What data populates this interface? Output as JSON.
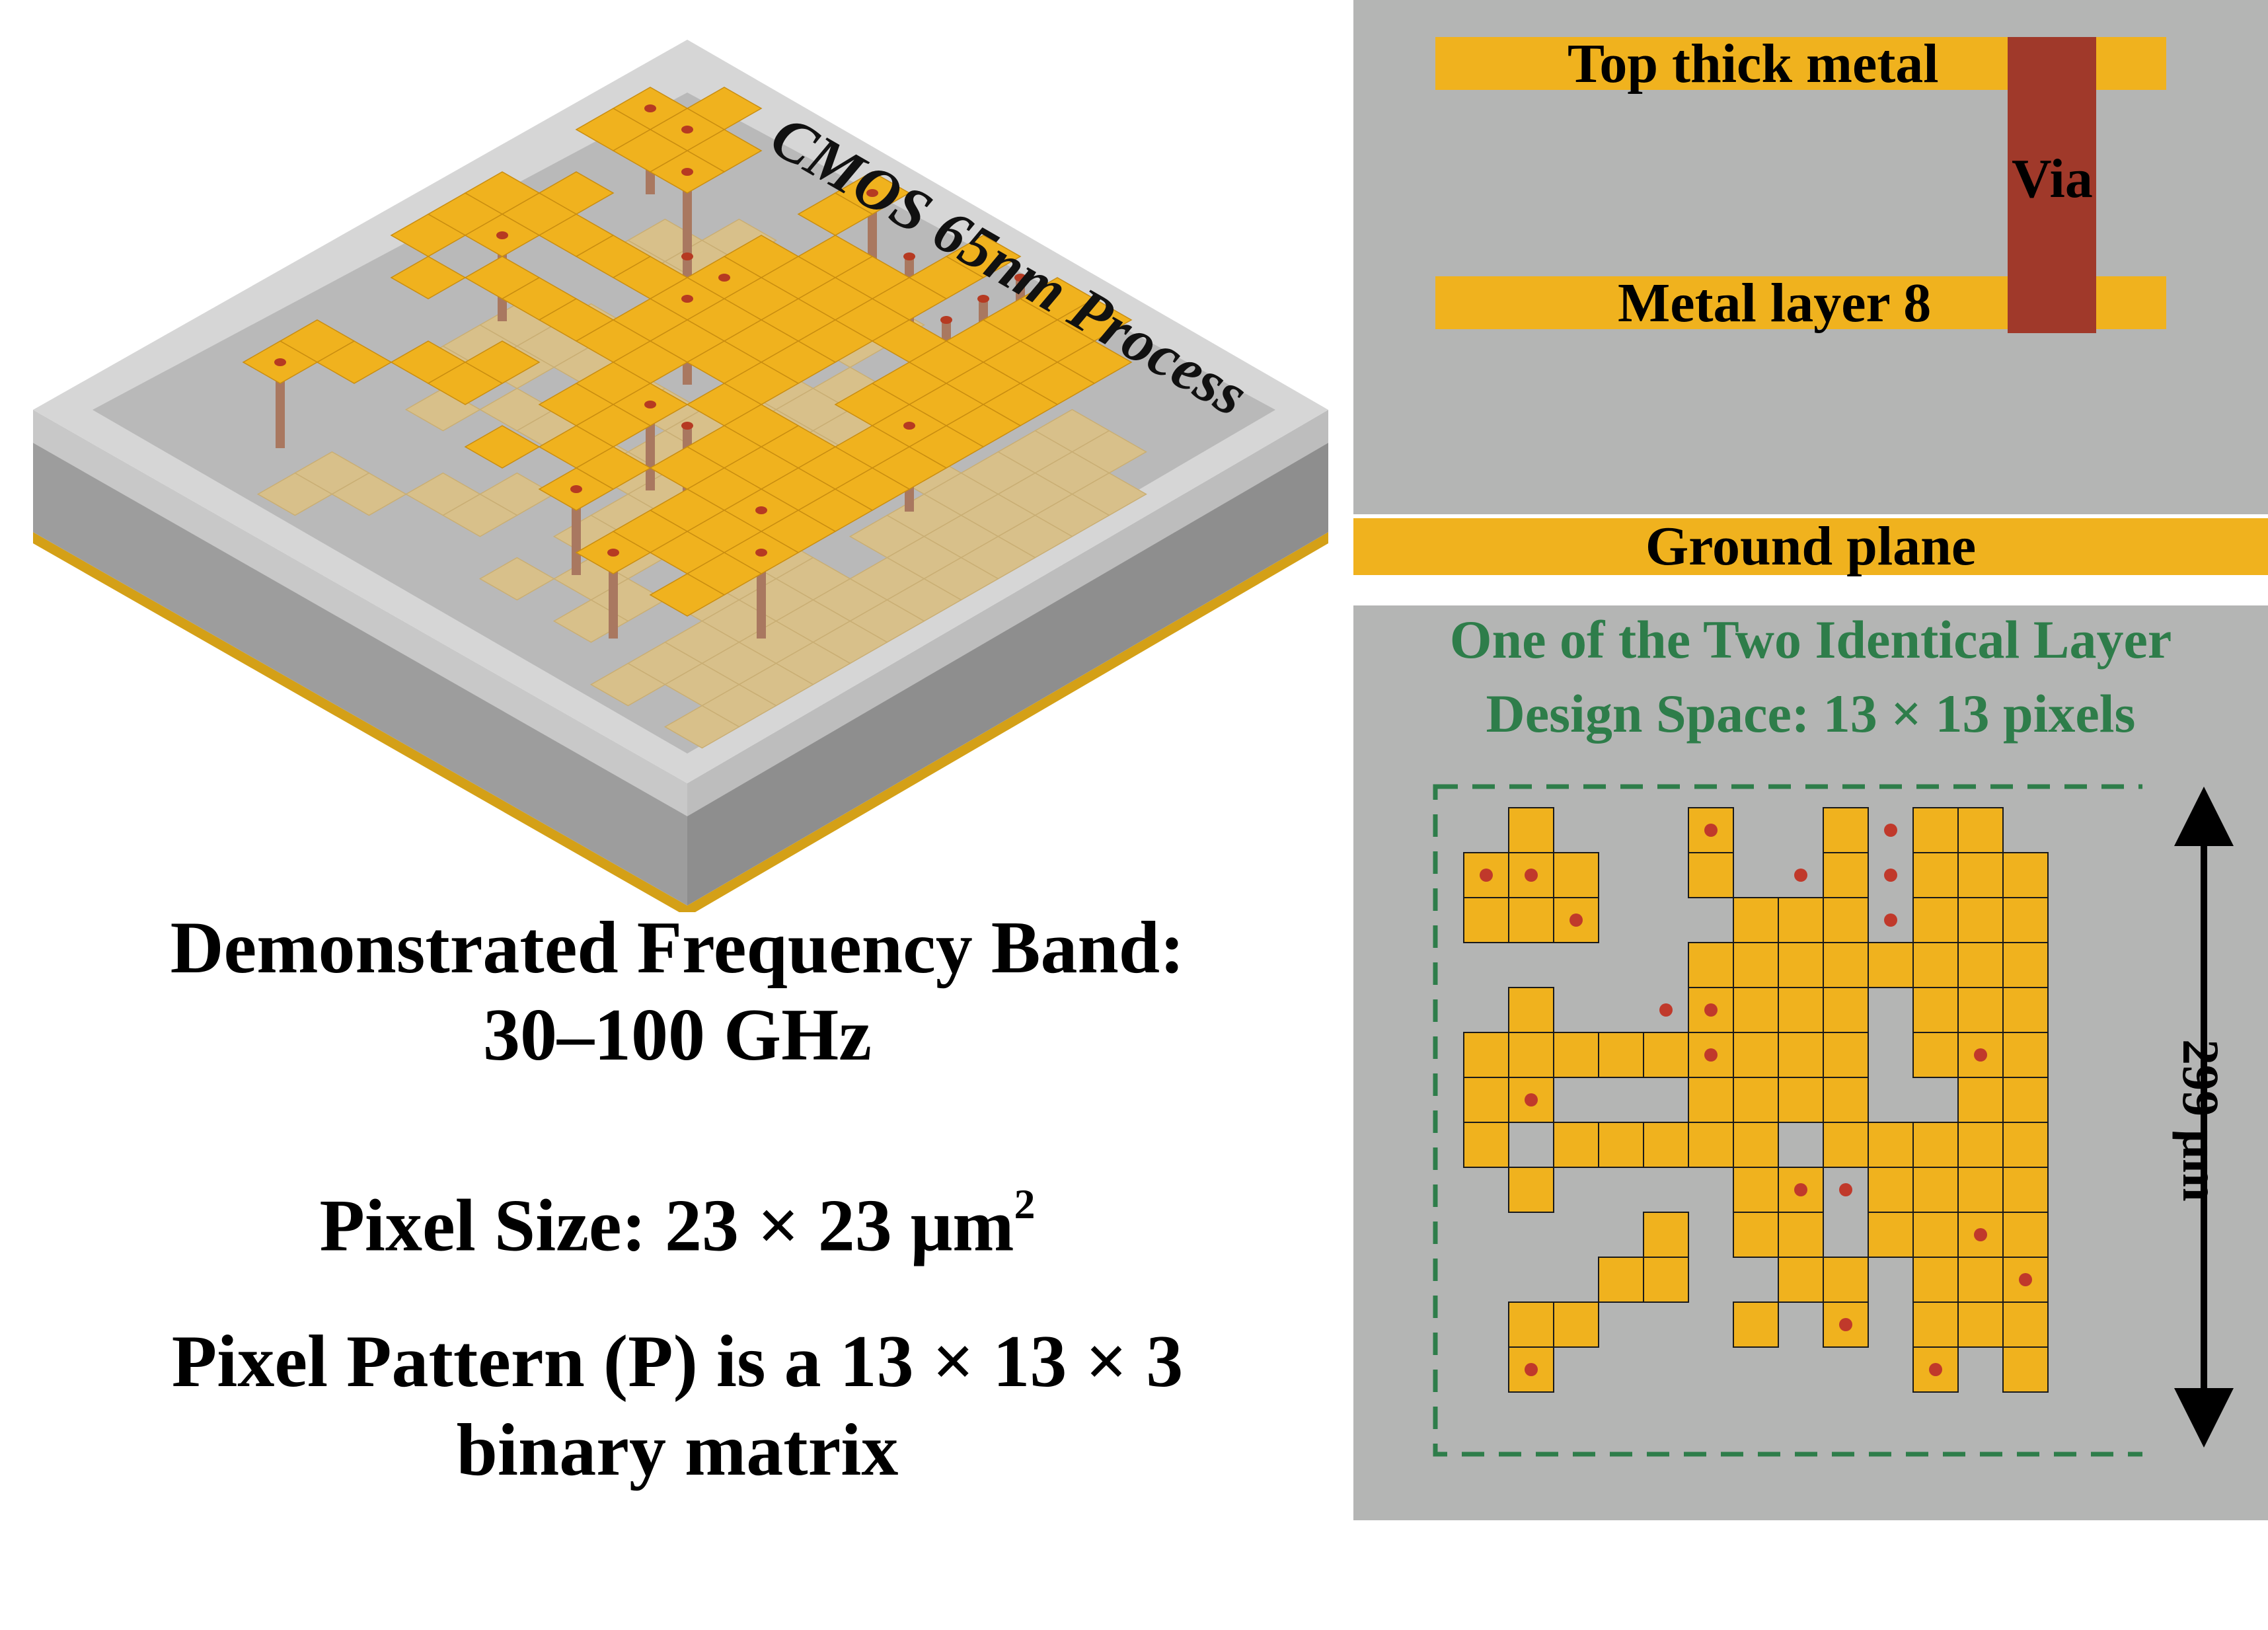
{
  "chip": {
    "process_label": "CMOS 65nm Process",
    "colors": {
      "metal": "#f0b21e",
      "metal_shadow": "#d8c08a",
      "via": "#a97860",
      "via_dot": "#b63a22",
      "substrate_top": "#b8b8b8",
      "substrate_side": "#9a9a9a",
      "ground_edge": "#d4a017"
    }
  },
  "captions": {
    "band_line1": "Demonstrated Frequency Band:",
    "band_line2": "30–100 GHz",
    "pixel_size": "Pixel Size: 23 × 23 μm",
    "pixel_size_sup": "2",
    "pattern_line1": "Pixel Pattern (P) is a 13 × 13 × 3",
    "pattern_line2": "binary matrix"
  },
  "cross_section": {
    "top_metal": "Top thick metal",
    "via": "Via",
    "metal8": "Metal layer 8",
    "ground": "Ground plane",
    "colors": {
      "background": "#b4b5b4",
      "metal": "#f0b21e",
      "via": "#a0392a"
    }
  },
  "design_space": {
    "title_line1": "One of the Two Identical Layer",
    "title_line2": "Design Space: 13 × 13 pixels",
    "dimension": "299 μm",
    "colors": {
      "pixel": "#f0b21e",
      "dot": "#c0392b",
      "dash": "#2e7d4a"
    },
    "rows": [
      "0100010010110",
      "1110010010111",
      "1110001110111",
      "0000011111111",
      "0100011110111",
      "1111111110111",
      "1100011110011",
      "1011111011111",
      "0100001101111",
      "0000101101111",
      "0001100110111",
      "0110001010111",
      "0100000000101"
    ],
    "vias": [
      [
        0,
        5
      ],
      [
        0,
        9
      ],
      [
        1,
        0
      ],
      [
        1,
        1
      ],
      [
        1,
        7
      ],
      [
        1,
        9
      ],
      [
        2,
        2
      ],
      [
        2,
        9
      ],
      [
        4,
        4
      ],
      [
        4,
        5
      ],
      [
        5,
        5
      ],
      [
        5,
        11
      ],
      [
        6,
        1
      ],
      [
        8,
        7
      ],
      [
        8,
        8
      ],
      [
        9,
        11
      ],
      [
        10,
        12
      ],
      [
        11,
        8
      ],
      [
        12,
        1
      ],
      [
        12,
        10
      ]
    ]
  }
}
